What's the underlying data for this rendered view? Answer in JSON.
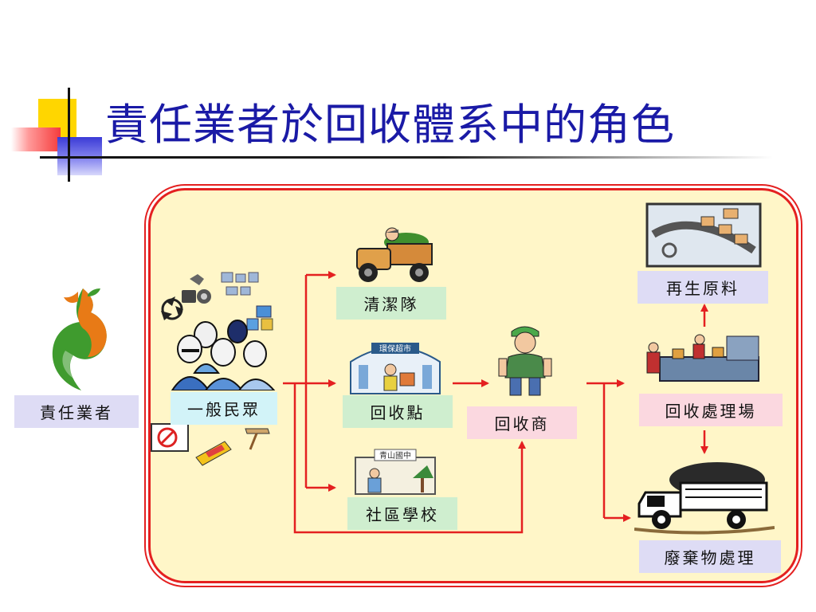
{
  "title": "責任業者於回收體系中的角色",
  "nodes": {
    "responsible_operator": "責任業者",
    "general_public": "一般民眾",
    "cleaning_team": "清潔隊",
    "collection_point": "回收點",
    "community_school": "社區學校",
    "recycler": "回收商",
    "recycling_plant": "回收處理場",
    "raw_material": "再生原料",
    "waste_disposal": "廢棄物處理"
  },
  "sign_texts": {
    "supermarket_sign": "環保超市",
    "school_sign": "青山國中"
  },
  "colors": {
    "title": "#1a1aa6",
    "arrow": "#e42020",
    "panel_fill": "#fff6c8",
    "panel_border": "#e42020"
  }
}
